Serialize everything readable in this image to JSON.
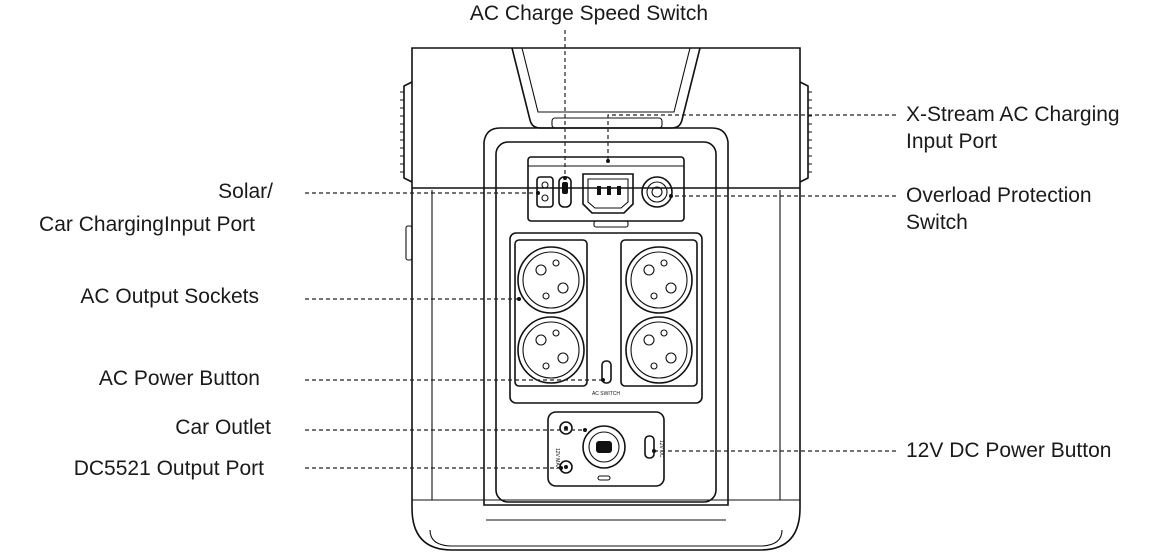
{
  "labels": {
    "ac_charge_speed_switch": "AC Charge Speed Switch",
    "xstream_line1": "X-Stream AC Charging",
    "xstream_line2": "Input Port",
    "solar_line1": "Solar/",
    "solar_line2": "Car ChargingInput Port",
    "overload_line1": "Overload Protection",
    "overload_line2": "Switch",
    "ac_output_sockets": "AC Output Sockets",
    "ac_power_button": "AC Power Button",
    "car_outlet": "Car Outlet",
    "dc5521_output_port": "DC5521 Output Port",
    "dc_power_button": "12V DC Power Button"
  },
  "device_marks": {
    "ac_switch_mark": "AC SWITCH",
    "car_outlet_mark": "12V MAX",
    "dc_mark": "12V DC"
  }
}
